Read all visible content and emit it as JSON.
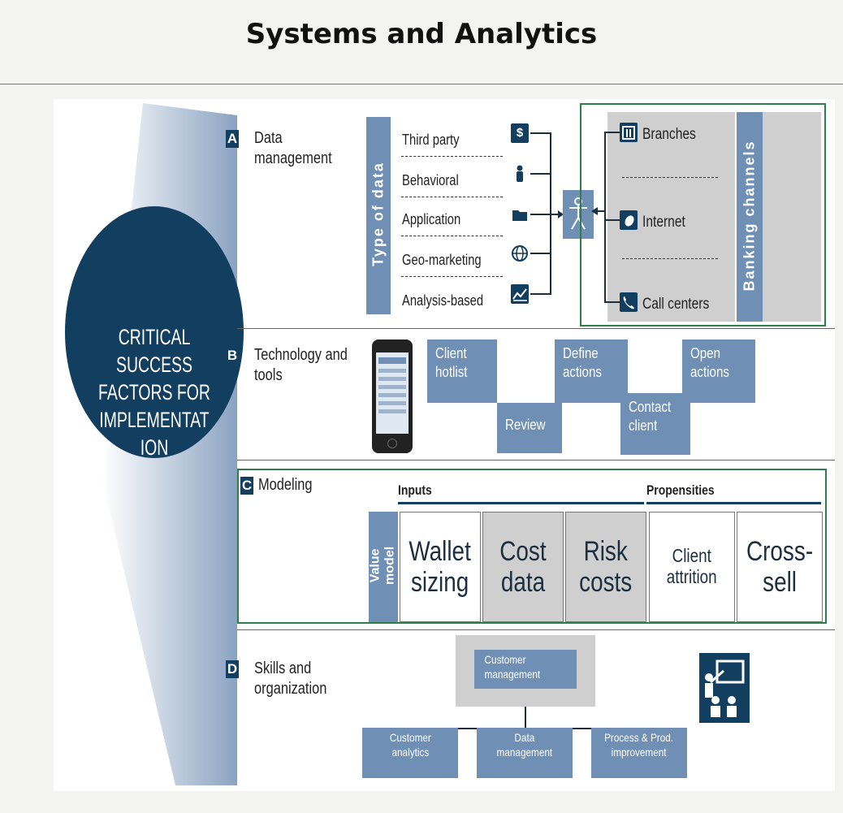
{
  "header": {
    "title": "Systems and Analytics"
  },
  "circle_text": "CRITICAL\nSUCCESS\nFACTORS FOR\nIMPLEMENTAT\nION",
  "sections": {
    "a": {
      "letter": "A",
      "title": "Data\nmanagement"
    },
    "b": {
      "letter": "B",
      "title": "Technology and\ntools"
    },
    "c": {
      "letter": "C",
      "title": "Modeling"
    },
    "d": {
      "letter": "D",
      "title": "Skills and\norganization"
    }
  },
  "data_management": {
    "type_label": "Type of data",
    "types": [
      "Third party",
      "Behavioral",
      "Application",
      "Geo-marketing",
      "Analysis-based"
    ],
    "type_icons": [
      "dollar-icon",
      "person-icon",
      "folder-icon",
      "globe-icon",
      "chart-icon"
    ],
    "channels_label": "Banking channels",
    "channels": [
      "Branches",
      "Internet",
      "Call centers"
    ],
    "channel_icons": [
      "building-icon",
      "mouse-icon",
      "phone-icon"
    ],
    "center_icon": "customer-icon"
  },
  "tech_steps": [
    "Client\nhotlist",
    "Review",
    "Define\nactions",
    "Contact\nclient",
    "Open\nactions"
  ],
  "modeling": {
    "inputs_label": "Inputs",
    "propensities_label": "Propensities",
    "value_model_label": "Value\nmodel",
    "inputs": [
      "Wallet\nsizing",
      "Cost\ndata",
      "Risk\ncosts"
    ],
    "propensities": [
      "Client\nattrition",
      "Cross-\nsell"
    ]
  },
  "organization": {
    "top": "Customer\nmanagement",
    "children": [
      "Customer\nanalytics",
      "Data\nmanagement",
      "Process & Prod.\nimprovement"
    ],
    "icon": "presentation-icon"
  },
  "colors": {
    "navy": "#123e60",
    "steel_blue": "#6f8fb4",
    "green_border": "#2f7d4a",
    "gray": "#cfcfcf"
  }
}
